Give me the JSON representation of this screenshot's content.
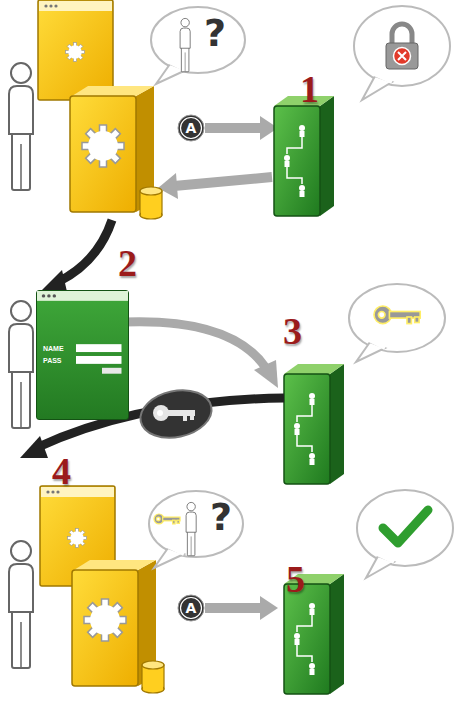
{
  "diagram": {
    "nodes": [
      {
        "text": [
          "?"
        ]
      },
      {
        "text": [
          "A"
        ]
      },
      {
        "text": [
          "NAME",
          "PASS"
        ]
      },
      {
        "text": [
          "?"
        ]
      },
      {
        "text": [
          "A"
        ]
      }
    ],
    "labels": [
      "1",
      "2",
      "3",
      "4",
      "5"
    ]
  }
}
